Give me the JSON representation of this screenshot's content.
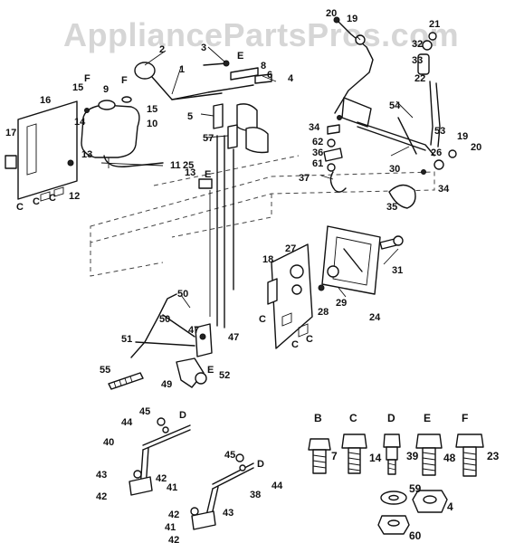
{
  "watermark": "AppliancePartsPros.com",
  "callouts": [
    {
      "id": "c20a",
      "text": "20"
    },
    {
      "id": "c19a",
      "text": "19"
    },
    {
      "id": "c21",
      "text": "21"
    },
    {
      "id": "c32",
      "text": "32"
    },
    {
      "id": "c33",
      "text": "33"
    },
    {
      "id": "c22",
      "text": "22"
    },
    {
      "id": "c2",
      "text": "2"
    },
    {
      "id": "c3",
      "text": "3"
    },
    {
      "id": "c1",
      "text": "1"
    },
    {
      "id": "c8",
      "text": "8"
    },
    {
      "id": "c6",
      "text": "6"
    },
    {
      "id": "c4",
      "text": "4"
    },
    {
      "id": "c15",
      "text": "15"
    },
    {
      "id": "cF1",
      "text": "F"
    },
    {
      "id": "c9",
      "text": "9"
    },
    {
      "id": "cF2",
      "text": "F"
    },
    {
      "id": "c15b",
      "text": "15"
    },
    {
      "id": "c10",
      "text": "10"
    },
    {
      "id": "c16",
      "text": "16"
    },
    {
      "id": "c14",
      "text": "14"
    },
    {
      "id": "c17",
      "text": "17"
    },
    {
      "id": "c13a",
      "text": "13"
    },
    {
      "id": "c11",
      "text": "11"
    },
    {
      "id": "c13b",
      "text": "13"
    },
    {
      "id": "c12",
      "text": "12"
    },
    {
      "id": "cCa",
      "text": "C"
    },
    {
      "id": "cCb",
      "text": "C"
    },
    {
      "id": "cCc",
      "text": "C"
    },
    {
      "id": "c5",
      "text": "5"
    },
    {
      "id": "c57",
      "text": "57"
    },
    {
      "id": "c25",
      "text": "25"
    },
    {
      "id": "cE1",
      "text": "E"
    },
    {
      "id": "cE2",
      "text": "E"
    },
    {
      "id": "c54",
      "text": "54"
    },
    {
      "id": "c53",
      "text": "53"
    },
    {
      "id": "c34a",
      "text": "34"
    },
    {
      "id": "c62",
      "text": "62"
    },
    {
      "id": "c36",
      "text": "36"
    },
    {
      "id": "c61",
      "text": "61"
    },
    {
      "id": "c37",
      "text": "37"
    },
    {
      "id": "c30",
      "text": "30"
    },
    {
      "id": "c26",
      "text": "26"
    },
    {
      "id": "c19b",
      "text": "19"
    },
    {
      "id": "c20b",
      "text": "20"
    },
    {
      "id": "c34b",
      "text": "34"
    },
    {
      "id": "c35",
      "text": "35"
    },
    {
      "id": "c31",
      "text": "31"
    },
    {
      "id": "c27",
      "text": "27"
    },
    {
      "id": "c18",
      "text": "18"
    },
    {
      "id": "c29",
      "text": "29"
    },
    {
      "id": "c28",
      "text": "28"
    },
    {
      "id": "c24",
      "text": "24"
    },
    {
      "id": "cCd",
      "text": "C"
    },
    {
      "id": "cCe",
      "text": "C"
    },
    {
      "id": "cCf",
      "text": "C"
    },
    {
      "id": "c50a",
      "text": "50"
    },
    {
      "id": "c50b",
      "text": "50"
    },
    {
      "id": "c51",
      "text": "51"
    },
    {
      "id": "c47a",
      "text": "47"
    },
    {
      "id": "c47b",
      "text": "47"
    },
    {
      "id": "cE3",
      "text": "E"
    },
    {
      "id": "c55",
      "text": "55"
    },
    {
      "id": "c49",
      "text": "49"
    },
    {
      "id": "c52",
      "text": "52"
    },
    {
      "id": "c45a",
      "text": "45"
    },
    {
      "id": "c44a",
      "text": "44"
    },
    {
      "id": "cDa",
      "text": "D"
    },
    {
      "id": "c40",
      "text": "40"
    },
    {
      "id": "c43a",
      "text": "43"
    },
    {
      "id": "c42a",
      "text": "42"
    },
    {
      "id": "c41a",
      "text": "41"
    },
    {
      "id": "c42b",
      "text": "42"
    },
    {
      "id": "c45b",
      "text": "45"
    },
    {
      "id": "cDb",
      "text": "D"
    },
    {
      "id": "c44b",
      "text": "44"
    },
    {
      "id": "c38",
      "text": "38"
    },
    {
      "id": "c42c",
      "text": "42"
    },
    {
      "id": "c43b",
      "text": "43"
    },
    {
      "id": "c41b",
      "text": "41"
    },
    {
      "id": "c42d",
      "text": "42"
    }
  ],
  "hardware": {
    "letters": [
      {
        "id": "hB",
        "text": "B"
      },
      {
        "id": "hC",
        "text": "C"
      },
      {
        "id": "hD",
        "text": "D"
      },
      {
        "id": "hE",
        "text": "E"
      },
      {
        "id": "hF",
        "text": "F"
      }
    ],
    "numbers": [
      {
        "id": "h7",
        "text": "7"
      },
      {
        "id": "h14",
        "text": "14"
      },
      {
        "id": "h39",
        "text": "39"
      },
      {
        "id": "h48",
        "text": "48"
      },
      {
        "id": "h23",
        "text": "23"
      },
      {
        "id": "h59",
        "text": "59"
      },
      {
        "id": "h4",
        "text": "4"
      },
      {
        "id": "h60",
        "text": "60"
      }
    ]
  }
}
